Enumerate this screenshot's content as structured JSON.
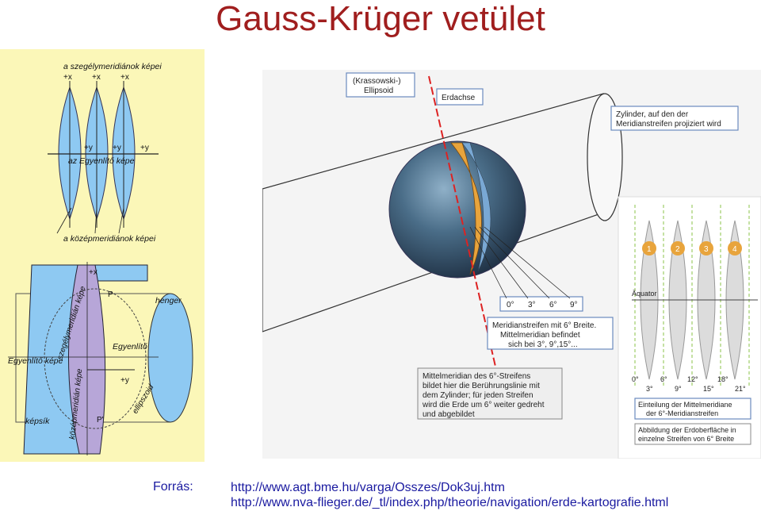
{
  "title": "Gauss-Krüger vetület",
  "left_top": {
    "label_top": "a szegélymeridiánok képei",
    "x_labels": [
      "+x",
      "+x",
      "+x"
    ],
    "y_labels": [
      "+y",
      "+y",
      "+y"
    ],
    "equator_label": "az Egyenlítő képe",
    "label_bottom": "a középmeridiánok képei"
  },
  "left_bottom": {
    "plus_x": "+x",
    "plus_y": "+y",
    "p_upper": "P",
    "p_lower": "P'",
    "henger": "henger",
    "egyenlito": "Egyenlítő",
    "egyenlito_kepe": "Egyenlítő képe",
    "szegely": "szegélymeridián képe",
    "kozep": "középmeridián képe",
    "ellipszoid": "ellipszoid",
    "kepsik": "képsík"
  },
  "right": {
    "krassowski": [
      "(Krassowski-)",
      "Ellipsoid"
    ],
    "erdachse": "Erdachse",
    "zylinder": [
      "Zylinder, auf den der",
      "Meridianstreifen projiziert wird"
    ],
    "degrees": [
      "0°",
      "3°",
      "6°",
      "9°"
    ],
    "meridianstreifen": [
      "Meridianstreifen mit 6° Breite.",
      "Mittelmeridian befindet",
      "sich bei 3°, 9°,15°..."
    ],
    "mittelmeridian": [
      "Mittelmeridian des 6°-Streifens",
      "bildet hier die Berührungslinie mit",
      "dem Zylinder; für jeden Streifen",
      "wird die Erde um 6° weiter gedreht",
      "und abgebildet"
    ],
    "zone_numbers": [
      "1",
      "2",
      "3",
      "4"
    ],
    "aquator": "Äquator",
    "bottom_degrees_top": [
      "0°",
      "6°",
      "12°",
      "18°"
    ],
    "bottom_degrees_bottom": [
      "3°",
      "9°",
      "15°",
      "21°"
    ],
    "einteilung": [
      "Einteilung der Mittelmeridiane",
      "der 6°-Meridianstreifen"
    ],
    "abbildung": [
      "Abbildung der Erdoberfläche in",
      "einzelne Streifen von 6° Breite"
    ]
  },
  "source": {
    "label": "Forrás:",
    "links": [
      "http://www.agt.bme.hu/varga/Osszes/Dok3uj.htm",
      "http://www.nva-flieger.de/_tl/index.php/theorie/navigation/erde-kartografie.html"
    ]
  },
  "colors": {
    "title": "#a01e1e",
    "panel_bg": "#fbf7b8",
    "zone_blue": "#8ec9f2",
    "meridian_purple": "#b7a6d8",
    "link_blue": "#1a1aa0",
    "zone_orange": "#e8a43c"
  }
}
